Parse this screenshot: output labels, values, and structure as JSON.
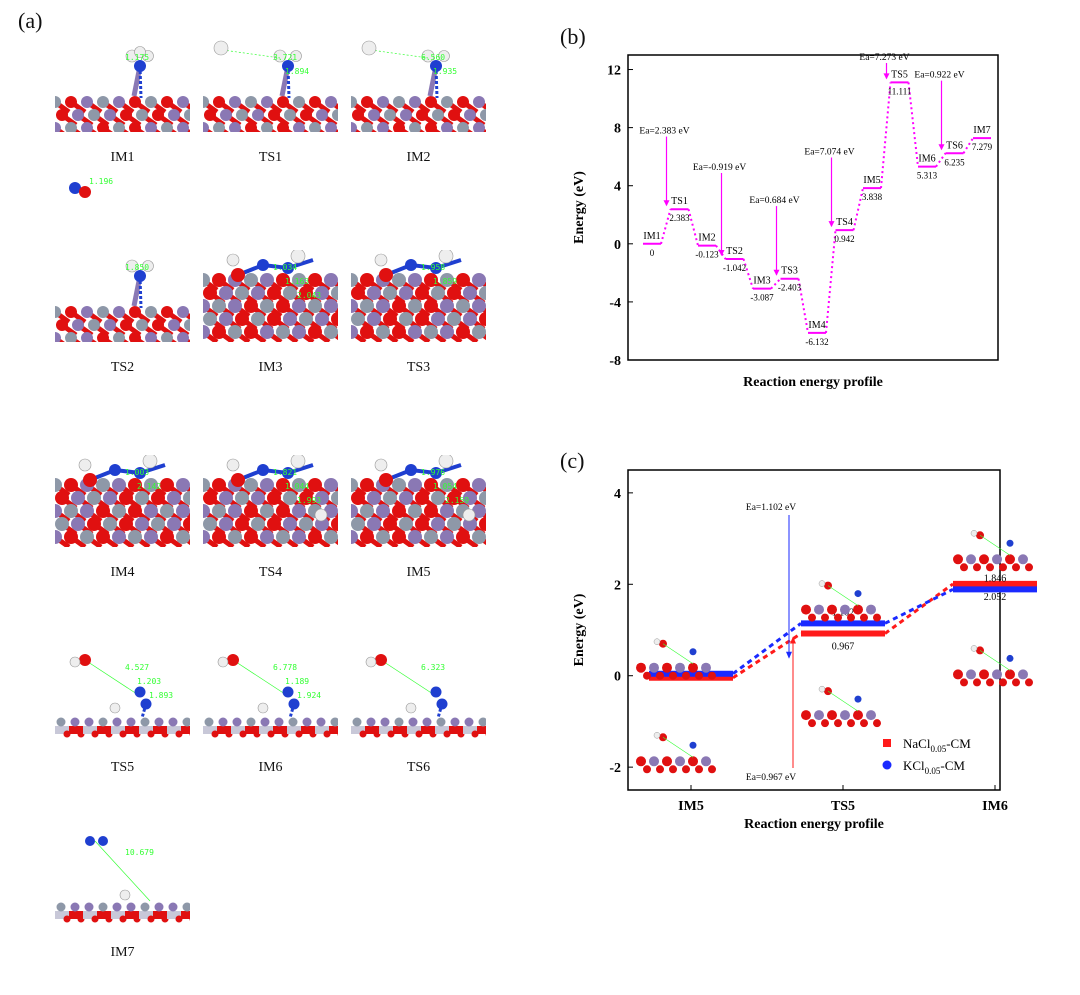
{
  "panels": {
    "a": "(a)",
    "b": "(b)",
    "c": "(c)"
  },
  "structures": [
    {
      "label": "IM1",
      "distances": [
        "1.175"
      ]
    },
    {
      "label": "TS1",
      "distances": [
        "3.721",
        "1.894"
      ]
    },
    {
      "label": "IM2",
      "distances": [
        "6.560",
        "1.935"
      ]
    },
    {
      "label": "",
      "distances": [
        "1.196"
      ]
    },
    {
      "label": "TS2",
      "distances": [
        "1.850"
      ]
    },
    {
      "label": "IM3",
      "distances": [
        "1.034",
        "1.163",
        "2.043"
      ]
    },
    {
      "label": "TS3",
      "distances": [
        "1.958",
        "1.859"
      ]
    },
    {
      "label": "IM4",
      "distances": [
        "1.003",
        "2.142"
      ]
    },
    {
      "label": "TS4",
      "distances": [
        "1.821",
        "1.044",
        "1.993"
      ]
    },
    {
      "label": "IM5",
      "distances": [
        "1.976",
        "1.054",
        "2.159"
      ]
    },
    {
      "label": "TS5",
      "distances": [
        "4.527",
        "1.203",
        "1.893"
      ]
    },
    {
      "label": "IM6",
      "distances": [
        "6.778",
        "1.189",
        "1.924"
      ]
    },
    {
      "label": "TS6",
      "distances": [
        "6.323"
      ]
    },
    {
      "label": "IM7",
      "distances": [
        "10.679"
      ]
    }
  ],
  "colors": {
    "oxygen": "#e01010",
    "metal_purple": "#8a78b4",
    "metal_grey": "#8e98a8",
    "nitrogen": "#1f3fd0",
    "hydrogen": "#eeeeee",
    "bond_label": "#33ff33",
    "profile_b": "#ff00ff",
    "nacl": "#ff1a1a",
    "kcl": "#1a2aff"
  },
  "chart_data": [
    {
      "type": "line",
      "panel": "(b)",
      "xlabel": "Reaction energy profile",
      "ylabel": "Energy (eV)",
      "ylim": [
        -8,
        13
      ],
      "yticks": [
        -8,
        -4,
        0,
        4,
        8,
        12
      ],
      "states": [
        {
          "name": "IM1",
          "energy": 0,
          "label": "0"
        },
        {
          "name": "TS1",
          "energy": 2.383,
          "label": "2.383"
        },
        {
          "name": "IM2",
          "energy": -0.123,
          "label": "-0.123"
        },
        {
          "name": "TS2",
          "energy": -1.042,
          "label": "-1.042"
        },
        {
          "name": "IM3",
          "energy": -3.087,
          "label": "-3.087"
        },
        {
          "name": "TS3",
          "energy": -2.403,
          "label": "-2.403"
        },
        {
          "name": "IM4",
          "energy": -6.132,
          "label": "-6.132"
        },
        {
          "name": "TS4",
          "energy": 0.942,
          "label": "0.942"
        },
        {
          "name": "IM5",
          "energy": 3.838,
          "label": "3.838"
        },
        {
          "name": "TS5",
          "energy": 11.111,
          "label": "11.111"
        },
        {
          "name": "IM6",
          "energy": 5.313,
          "label": "5.313"
        },
        {
          "name": "TS6",
          "energy": 6.235,
          "label": "6.235"
        },
        {
          "name": "IM7",
          "energy": 7.279,
          "label": "7.279"
        }
      ],
      "barriers": [
        {
          "text": "Ea=2.383 eV",
          "from": "IM1",
          "to": "TS1",
          "top": "IM1"
        },
        {
          "text": "Ea=-0.919 eV",
          "from": "IM2",
          "to": "TS2",
          "top": "IM2"
        },
        {
          "text": "Ea=0.684 eV",
          "from": "IM3",
          "to": "TS3",
          "top": "IM3"
        },
        {
          "text": "Ea=7.074 eV",
          "from": "IM4",
          "to": "TS4",
          "top": "IM4"
        },
        {
          "text": "Ea=7.273 eV",
          "from": "IM5",
          "to": "TS5",
          "top": "IM5"
        },
        {
          "text": "Ea=0.922 eV",
          "from": "IM6",
          "to": "TS6",
          "top": "IM6"
        }
      ]
    },
    {
      "type": "line",
      "panel": "(c)",
      "xlabel": "Reaction energy profile",
      "ylabel": "Energy (eV)",
      "ylim": [
        -2.5,
        4.5
      ],
      "yticks": [
        -2,
        0,
        2,
        4
      ],
      "categories": [
        "IM5",
        "TS5",
        "IM6"
      ],
      "series": [
        {
          "name": "NaCl0.05-CM",
          "values": [
            0,
            0.967,
            2.052
          ],
          "labels": [
            "",
            "0.967",
            "2.052"
          ],
          "color": "#ff1a1a"
        },
        {
          "name": "KCl0.05-CM",
          "values": [
            0,
            1.102,
            1.846
          ],
          "labels": [
            "",
            "1.102",
            "1.846"
          ],
          "color": "#1a2aff"
        }
      ],
      "barriers": [
        {
          "text": "Ea=1.102 eV",
          "series": "KCl0.05-CM"
        },
        {
          "text": "Ea=0.967 eV",
          "series": "NaCl0.05-CM"
        }
      ],
      "legend": [
        {
          "base": "NaCl",
          "sub": "0.05",
          "suffix": "-CM",
          "color": "#ff1a1a",
          "marker": "square"
        },
        {
          "base": "KCl",
          "sub": "0.05",
          "suffix": "-CM",
          "color": "#1a2aff",
          "marker": "circle"
        }
      ],
      "legend_position": "bottom-right"
    }
  ]
}
